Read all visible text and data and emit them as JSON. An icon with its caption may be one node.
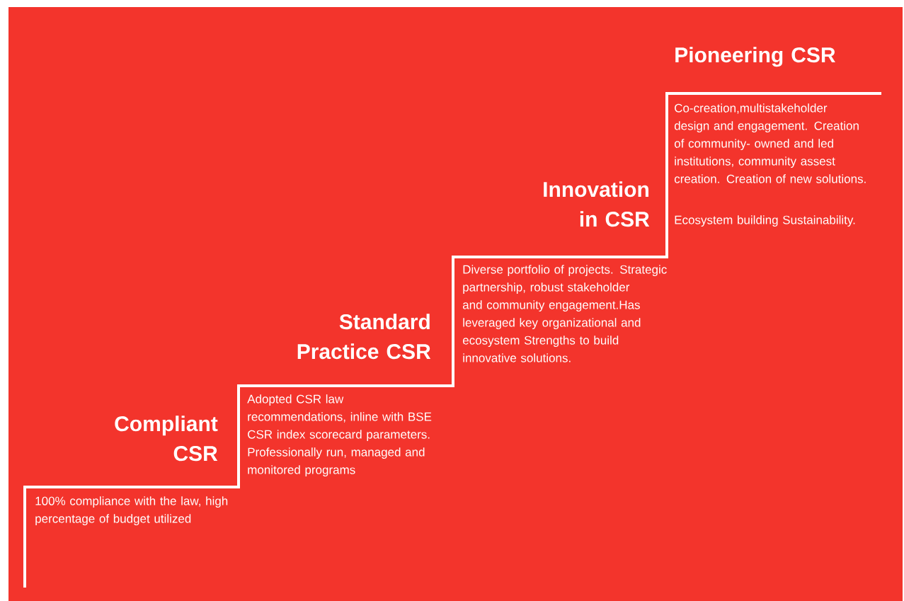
{
  "diagram": {
    "labels": [
      "Pioneering CSR",
      "Co-creation,multistakeholder design and engagement. Creation of community- owned and led institutions, community assest creation. Creation of new solutions.",
      "Ecosystem building Sustainability.",
      "Innovation in CSR",
      "Diverse portfolio of projects. Strategic partnership, robust stakeholder and community engagement.Has leveraged key organizational and ecosystem Strengths to build innovative solutions.",
      "Standard Practice CSR",
      "Adopted CSR law recommendations, inline with BSE CSR index scorecard parameters. Professionally run, managed and monitored programs",
      "Compliant CSR",
      "100% compliance with the law, high percentage of budget utilized"
    ]
  }
}
